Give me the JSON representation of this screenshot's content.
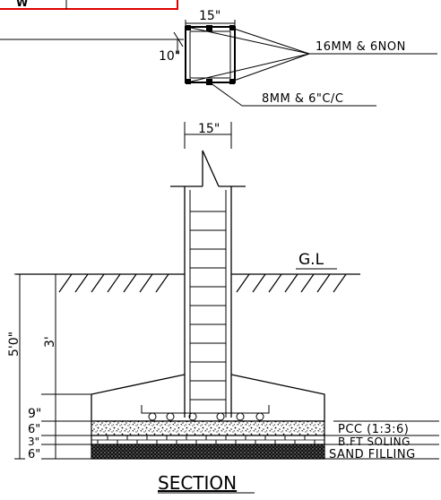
{
  "plan": {
    "top_label": "15\"",
    "side_label": "10\"",
    "main_bar_note": "16MM & 6NON",
    "tie_note": "8MM & 6\"C/C",
    "legend_fragment": "W",
    "accent_color": "#e00000"
  },
  "section": {
    "column_width_label": "15\"",
    "ground_label": "G.L",
    "total_depth_label": "5'0\"",
    "depth_below_gl_label": "3'",
    "footing_label": "9\"",
    "pcc_depth_label": "6\"",
    "soling_depth_label": "3\"",
    "sand_depth_label": "6\"",
    "pcc_note": "PCC (1:3:6)",
    "soling_note": "B.FT SOLING",
    "sand_note": "SAND FILLING",
    "title": "SECTION"
  }
}
